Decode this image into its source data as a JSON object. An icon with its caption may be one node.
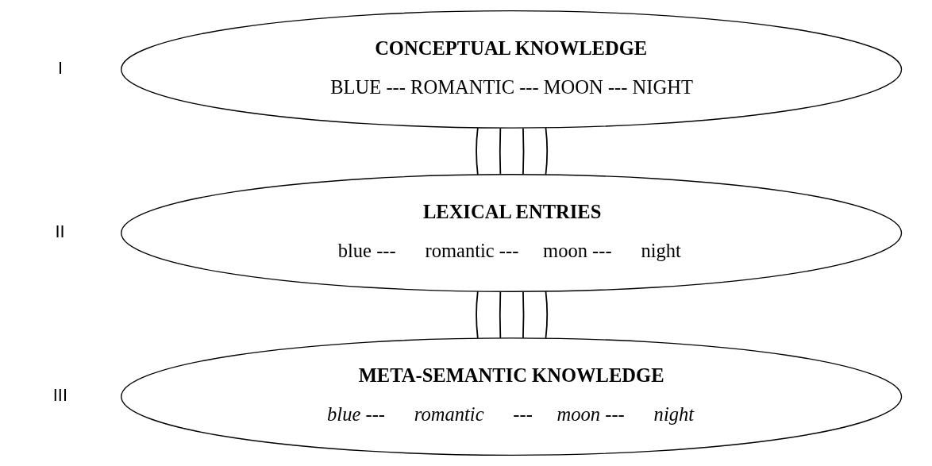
{
  "diagram": {
    "nodes": [
      {
        "text": [
          "CONCEPTUAL KNOWLEDGE",
          "BLUE --- ROMANTIC --- MOON --- NIGHT"
        ]
      },
      {
        "text": [
          "LEXICAL ENTRIES",
          "blue ---      romantic ---     moon ---      night"
        ]
      },
      {
        "text": [
          "META-SEMANTIC KNOWLEDGE",
          "blue ---      romantic      ---     moon ---      night"
        ]
      }
    ],
    "edges": [
      {
        "from": 0,
        "to": 1,
        "arrow": "none"
      },
      {
        "from": 0,
        "to": 1,
        "arrow": "none"
      },
      {
        "from": 0,
        "to": 1,
        "arrow": "none"
      },
      {
        "from": 0,
        "to": 1,
        "arrow": "none"
      },
      {
        "from": 1,
        "to": 2,
        "arrow": "none"
      },
      {
        "from": 1,
        "to": 2,
        "arrow": "none"
      },
      {
        "from": 1,
        "to": 2,
        "arrow": "none"
      },
      {
        "from": 1,
        "to": 2,
        "arrow": "none"
      }
    ],
    "labels": [
      "I",
      "II",
      "III"
    ]
  }
}
